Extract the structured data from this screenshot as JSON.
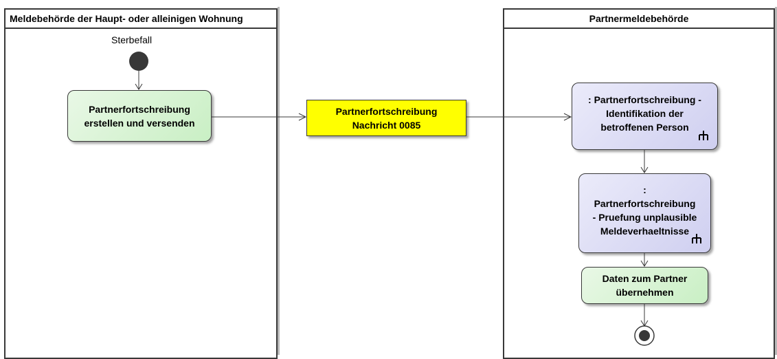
{
  "lanes": {
    "left": {
      "title": "Meldebehörde der Haupt- oder alleinigen Wohnung"
    },
    "right": {
      "title": "Partnermeldebehörde"
    }
  },
  "start_label": "Sterbefall",
  "nodes": {
    "create_send": {
      "label": "Partnerfortschreibung\nerstellen und versenden"
    },
    "message": {
      "label": "Partnerfortschreibung\nNachricht 0085"
    },
    "identify": {
      "label": ": Partnerfortschreibung -\nIdentifikation der\nbetroffenen Person"
    },
    "check": {
      "label": ":\nPartnerfortschreibung\n- Pruefung unplausible\nMeldeverhaeltnisse"
    },
    "adopt": {
      "label": "Daten zum Partner\nübernehmen"
    }
  },
  "colors": {
    "activity_green": "#d8f3d4",
    "activity_blue": "#dcdcf5",
    "object_yellow": "#ffff00",
    "line": "#383838"
  },
  "icons": {
    "subactivity": "rake-icon",
    "start": "initial-node-icon",
    "end": "final-node-icon"
  }
}
